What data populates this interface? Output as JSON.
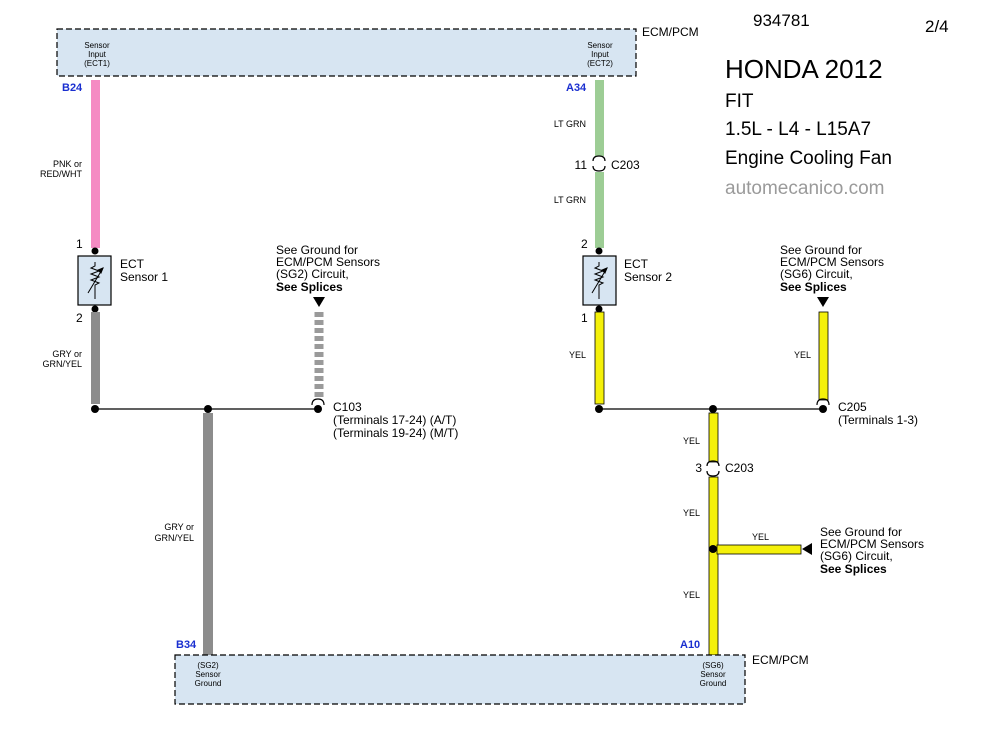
{
  "header": {
    "doc_number": "934781",
    "page": "2/4",
    "make_year": "HONDA 2012",
    "model": "FIT",
    "engine": "1.5L - L4 - L15A7",
    "system": "Engine Cooling Fan",
    "site": "automecanico.com"
  },
  "colors": {
    "pink": "#f58bc3",
    "green": "#9dcd95",
    "gray": "#8c8c8c",
    "yellow": "#f4f00a",
    "box_fill": "#d7e5f2",
    "pin_blue": "#1a2fd0"
  },
  "top_module": {
    "label": "ECM/PCM",
    "left_input": [
      "Sensor",
      "Input",
      "(ECT1)"
    ],
    "right_input": [
      "Sensor",
      "Input",
      "(ECT2)"
    ],
    "left_pin": "B24",
    "right_pin": "A34"
  },
  "bottom_module": {
    "label": "ECM/PCM",
    "left_ground": [
      "(SG2)",
      "Sensor",
      "Ground"
    ],
    "right_ground": [
      "(SG6)",
      "Sensor",
      "Ground"
    ],
    "left_pin": "B34",
    "right_pin": "A10"
  },
  "left_circuit": {
    "top_wire": [
      "PNK or",
      "RED/WHT"
    ],
    "sensor_name": [
      "ECT",
      "Sensor 1"
    ],
    "sensor_pin_top": "1",
    "sensor_pin_bottom": "2",
    "sensor_wire": [
      "GRY or",
      "GRN/YEL"
    ],
    "ground_note": [
      "See Ground for",
      "ECM/PCM Sensors",
      "(SG2) Circuit,",
      "See Splices"
    ],
    "connector": [
      "C103",
      "(Terminals 17-24) (A/T)",
      "(Terminals 19-24) (M/T)"
    ],
    "bottom_wire": [
      "GRY or",
      "GRN/YEL"
    ]
  },
  "right_circuit": {
    "top_wire_upper": "LT GRN",
    "connector_top_pin": "11",
    "connector_top": "C203",
    "top_wire_lower": "LT GRN",
    "sensor_name": [
      "ECT",
      "Sensor 2"
    ],
    "sensor_pin_top": "2",
    "sensor_pin_bottom": "1",
    "sensor_wire": "YEL",
    "ground_note": [
      "See Ground for",
      "ECM/PCM Sensors",
      "(SG6) Circuit,",
      "See Splices"
    ],
    "ground_wire": "YEL",
    "connector": [
      "C205",
      "(Terminals 1-3)"
    ],
    "mid_wire_upper": "YEL",
    "connector_mid_pin": "3",
    "connector_mid": "C203",
    "mid_wire_lower": "YEL",
    "branch_wire": "YEL",
    "branch_note": [
      "See Ground for",
      "ECM/PCM Sensors",
      "(SG6) Circuit,",
      "See Splices"
    ],
    "bottom_wire": "YEL"
  }
}
